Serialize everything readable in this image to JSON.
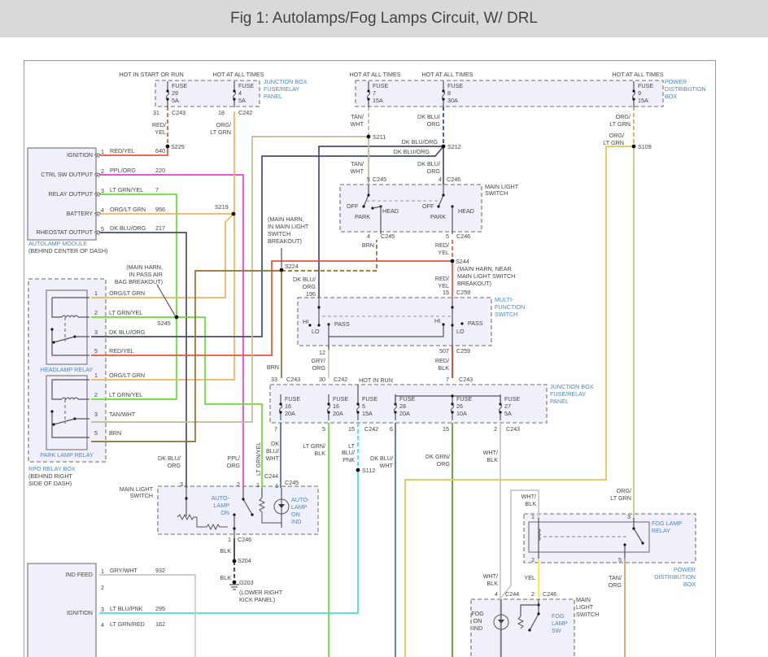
{
  "title": "Fig 1: Autolamps/Fog Lamps Circuit, W/ DRL",
  "colors": {
    "component_fill": "#f0f0fa",
    "component_label": "#4a88c8",
    "red_yel": "#e8553a",
    "ppl_org": "#e040d0",
    "lt_grn_yel": "#66dd33",
    "org_lt_grn": "#e8b860",
    "dk_blu_org": "#4a4a70",
    "tan_wht": "#c8b898",
    "brn": "#8a7030",
    "gry_org": "#d8c0a8",
    "red_blk": "#c83020",
    "dk_blu_wht": "#5566aa",
    "lt_blu_pnk": "#44dddd",
    "dk_grn_org": "#559922",
    "wht_blk": "#c8c8c8",
    "yel": "#f0f030",
    "tan_org": "#d8a060",
    "blk": "#333333"
  },
  "power": {
    "hot_start_run": "HOT IN START OR RUN",
    "hot_all": "HOT AT ALL TIMES",
    "hot_run": "HOT IN RUN"
  },
  "fuses": [
    {
      "label": "FUSE",
      "number": "29",
      "rating": "5A"
    },
    {
      "label": "FUSE",
      "number": "4",
      "rating": "5A"
    },
    {
      "label": "FUSE",
      "number": "7",
      "rating": "15A"
    },
    {
      "label": "FUSE",
      "number": "8",
      "rating": "30A"
    },
    {
      "label": "FUSE",
      "number": "9",
      "rating": "15A"
    },
    {
      "label": "FUSE",
      "number": "16",
      "rating": "20A"
    },
    {
      "label": "FUSE",
      "number": "16",
      "rating": "20A"
    },
    {
      "label": "FUSE",
      "number": "5",
      "rating": "15A"
    },
    {
      "label": "FUSE",
      "number": "28",
      "rating": "20A"
    },
    {
      "label": "FUSE",
      "number": "26",
      "rating": "10A"
    },
    {
      "label": "FUSE",
      "number": "27",
      "rating": "5A"
    }
  ],
  "components": {
    "junction_box": [
      "JUNCTION BOX",
      "FUSE/RELAY",
      "PANEL"
    ],
    "power_distribution_box": [
      "POWER",
      "DISTRIBUTION",
      "BOX"
    ],
    "main_light_switch": [
      "MAIN LIGHT",
      "SWITCH"
    ],
    "main_light_switch_3line": [
      "MAIN",
      "LIGHT",
      "SWITCH"
    ],
    "multi_function_switch": [
      "MULTI-",
      "FUNCTION",
      "SWITCH"
    ],
    "rpo_relay_box": [
      "RPO RELAY BOX",
      "(BEHIND RIGHT",
      "SIDE OF DASH)"
    ],
    "headlamp_relay": "HEADLAMP RELAY",
    "park_lamp_relay": "PARK LAMP RELAY",
    "fog_lamp_relay": [
      "FOG LAMP",
      "RELAY"
    ],
    "autolamp_on": [
      "AUTO-",
      "LAMP",
      "ON"
    ],
    "autolamp_on_ind": [
      "AUTO-",
      "LAMP",
      "ON",
      "IND"
    ],
    "fog_on_ind": [
      "FOG",
      "ON",
      "IND"
    ],
    "fog_lamp_sw": [
      "FOG",
      "LAMP",
      "SW"
    ]
  },
  "autolamp_module": {
    "title": "AUTOLAMP MODULE",
    "location": "(BEHIND CENTER OF DASH)",
    "pins": [
      {
        "name": "IGNITION",
        "pin": "1",
        "wire": "RED/YEL",
        "circuit": "640"
      },
      {
        "name": "CTRL SW OUTPUT",
        "pin": "2",
        "wire": "PPL/ORG",
        "circuit": "220"
      },
      {
        "name": "RELAY OUTPUT",
        "pin": "3",
        "wire": "LT GRN/YEL",
        "circuit": "7"
      },
      {
        "name": "BATTERY",
        "pin": "4",
        "wire": "ORG/LT GRN",
        "circuit": "956"
      },
      {
        "name": "RHEOSTAT OUTPUT",
        "pin": "5",
        "wire": "DK BLU/ORG",
        "circuit": "217"
      }
    ]
  },
  "lower_module": {
    "pins": [
      {
        "name": "IND FEED",
        "pin": "1",
        "wire": "GRY/WHT",
        "circuit": "932"
      },
      {
        "name": "",
        "pin": "2",
        "wire": "",
        "circuit": ""
      },
      {
        "name": "IGNITION",
        "pin": "3",
        "wire": "LT BLU/PNK",
        "circuit": "295"
      },
      {
        "name": "",
        "pin": "4",
        "wire": "LT GRN/RED",
        "circuit": "162"
      }
    ]
  },
  "headlamp_relay_pins": [
    {
      "pin": "1",
      "wire": "ORG/LT GRN"
    },
    {
      "pin": "2",
      "wire": "LT GRN/YEL"
    },
    {
      "pin": "3",
      "wire": "DK BLU/ORG"
    },
    {
      "pin": "5",
      "wire": "RED/YEL"
    }
  ],
  "park_lamp_relay_pins": [
    {
      "pin": "1",
      "wire": "ORG/LT GRN"
    },
    {
      "pin": "2",
      "wire": "LT GRN/YEL"
    },
    {
      "pin": "3",
      "wire": "TAN/WHT"
    },
    {
      "pin": "5",
      "wire": "BRN"
    }
  ],
  "connectors": [
    [
      "31",
      "C243"
    ],
    [
      "18",
      "C242"
    ],
    [
      "5",
      "C245"
    ],
    [
      "4",
      "C246"
    ],
    [
      "4",
      "C245"
    ],
    [
      "5",
      "C246"
    ],
    [
      "196",
      ""
    ],
    [
      "15",
      "C259"
    ],
    [
      "12",
      ""
    ],
    [
      "507",
      "C259"
    ],
    [
      "33",
      "C243"
    ],
    [
      "30",
      "C242"
    ],
    [
      "7",
      "C243"
    ],
    [
      "7",
      ""
    ],
    [
      "5",
      ""
    ],
    [
      "15",
      "C242"
    ],
    [
      "6",
      ""
    ],
    [
      "15",
      ""
    ],
    [
      "2",
      "C243"
    ],
    [
      "3",
      ""
    ],
    [
      "2",
      ""
    ],
    [
      "1",
      "C244"
    ],
    [
      "1",
      "C245"
    ],
    [
      "1",
      "C246"
    ],
    [
      "1",
      ""
    ],
    [
      "3",
      ""
    ],
    [
      "2",
      ""
    ],
    [
      "5",
      ""
    ],
    [
      "4",
      "C244"
    ],
    [
      "2",
      "C246"
    ]
  ],
  "splices": [
    "S225",
    "S219",
    "S211",
    "S212",
    "S109",
    "S224",
    "S244",
    "S245",
    "S112",
    "S204",
    "G203"
  ],
  "wire_labels": [
    "RED/",
    "YEL",
    "ORG/",
    "LT GRN",
    "TAN/",
    "WHT",
    "DK BLU/",
    "ORG",
    "DK BLU/ORG",
    "DK BLU/ORG",
    "TAN/",
    "WHT",
    "DK BLU/",
    "ORG",
    "ORG/",
    "LT GRN",
    "ORG/",
    "LT GRN",
    "BRN",
    "RED/",
    "YEL",
    "RED/",
    "YEL",
    "DK BLU/",
    "ORG",
    "GRY/",
    "ORG",
    "RED/",
    "BLK",
    "BRN",
    "DK",
    "BLU/",
    "WHT",
    "LT GRN/",
    "BLK",
    "LT",
    "BLU/",
    "PNK",
    "DK BLU/",
    "WHT",
    "DK GRN/",
    "ORG",
    "WHT/",
    "BLK",
    "DK BLU/",
    "ORG",
    "PPL/",
    "ORG",
    "LT GRN/YEL",
    "BLK",
    "BLK",
    "WHT/",
    "BLK",
    "YEL",
    "TAN/",
    "ORG",
    "WHT/",
    "BLK",
    "ORG/",
    "LT GRN"
  ],
  "switch_positions": {
    "off": "OFF",
    "park": "PARK",
    "head": "HEAD",
    "hi": "HI",
    "lo": "LO",
    "pass": "PASS"
  },
  "notes": {
    "main_harn_mls": [
      "(MAIN HARN,",
      "IN MAIN LIGHT",
      "SWITCH",
      "BREAKOUT)"
    ],
    "main_harn_airbag": [
      "(MAIN HARN,",
      "IN PASS AIR",
      "BAG BREAKOUT)"
    ],
    "s244_note": [
      "(MAIN HARN, NEAR",
      "MAIN LIGHT SWITCH",
      "BREAKOUT)"
    ],
    "g203_note": [
      "(LOWER RIGHT",
      "KICK PANEL)"
    ]
  }
}
